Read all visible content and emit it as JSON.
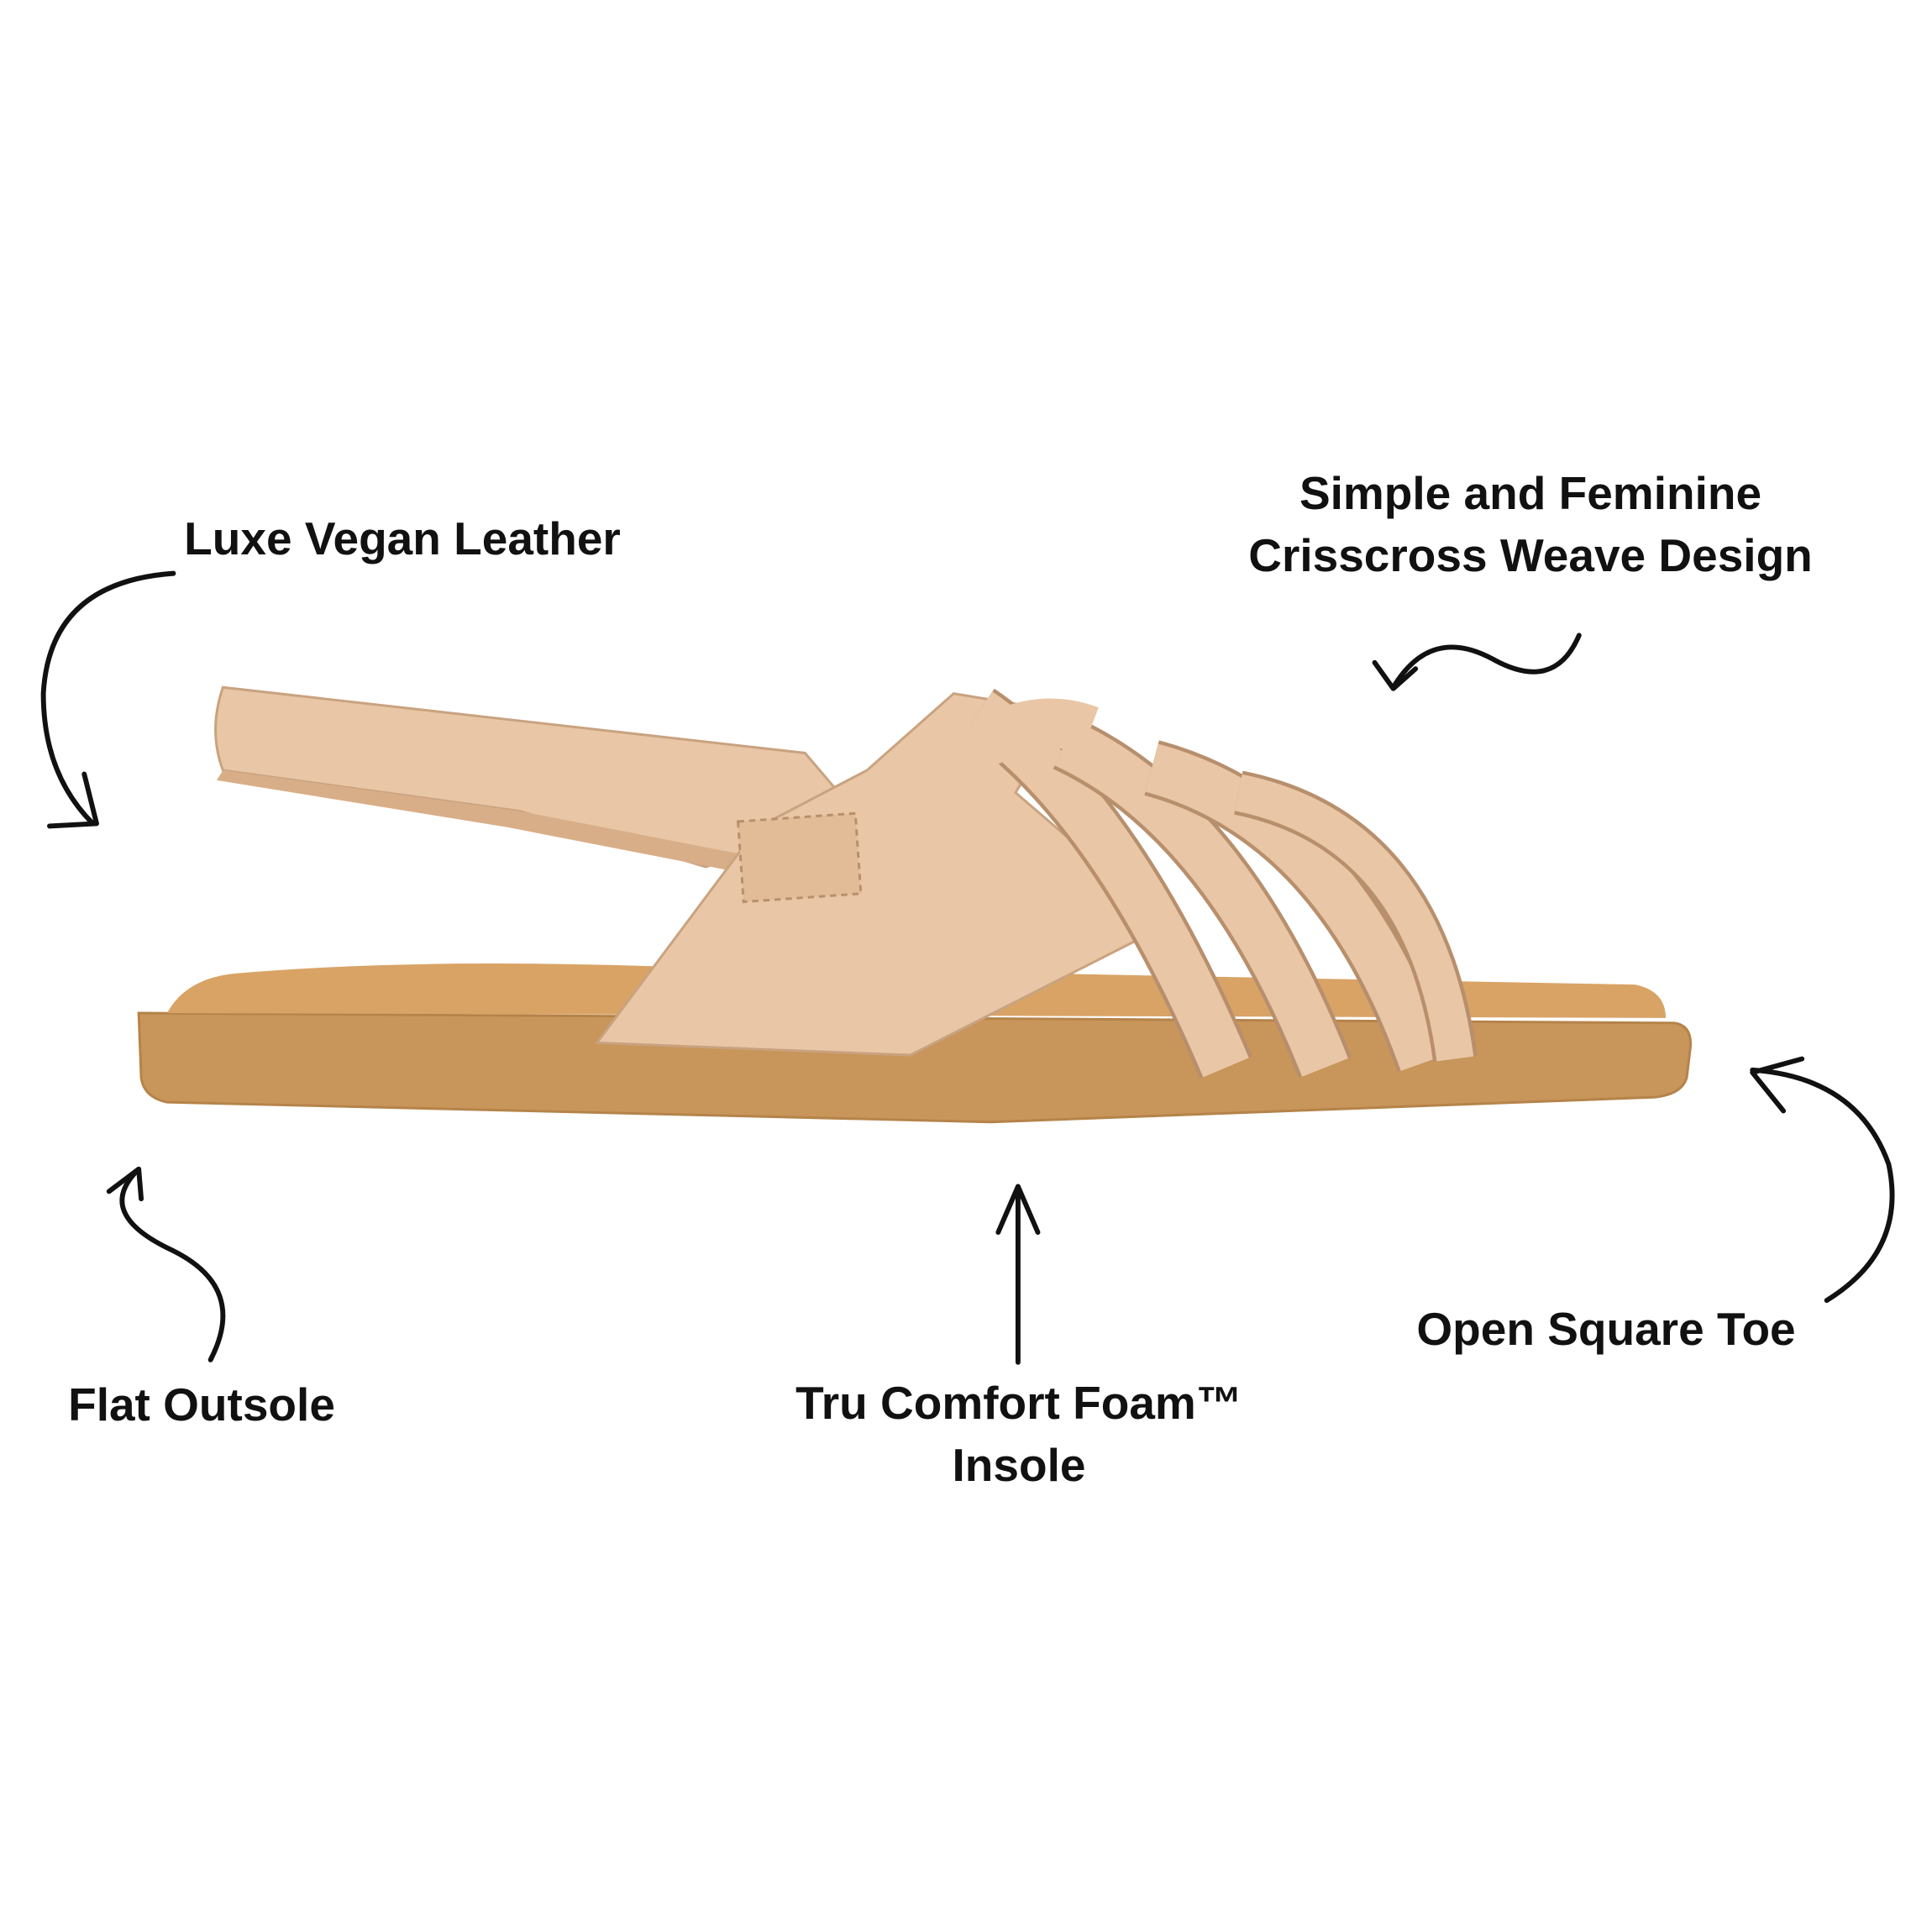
{
  "callouts": {
    "leather": {
      "text": "Luxe Vegan Leather"
    },
    "weave": {
      "line1": "Simple and Feminine",
      "line2": "Crisscross Weave Design"
    },
    "outsole": {
      "text": "Flat Outsole"
    },
    "insole": {
      "line1": "Tru Comfort Foam™",
      "line2": "Insole"
    },
    "toe": {
      "text": "Open Square Toe"
    }
  },
  "colors": {
    "text": "#111111",
    "outsole": "#c8955a",
    "insole": "#d9a366",
    "upper": "#e8c6a6",
    "upper_shadow": "#b88f6c"
  }
}
